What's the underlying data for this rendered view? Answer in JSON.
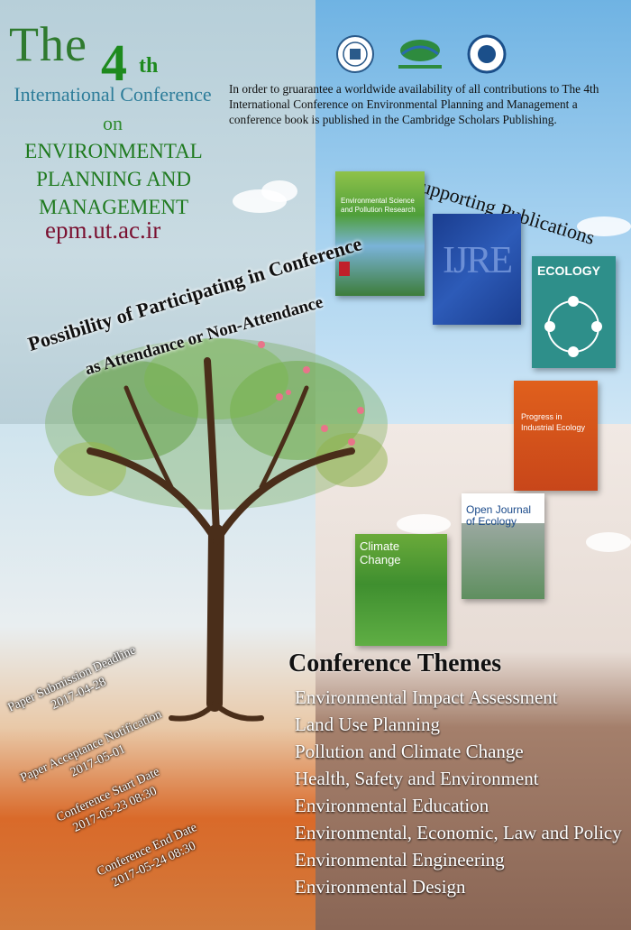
{
  "header": {
    "the": "The",
    "ordinal_num": "4",
    "ordinal_suffix": "th",
    "international_conference": "International Conference",
    "on": "on",
    "topic_lines": [
      "ENVIRONMENTAL",
      "PLANNING AND",
      "MANAGEMENT"
    ],
    "website": "epm.ut.ac.ir"
  },
  "intro_text": "In order to gruarantee a worldwide availability of all contributions to The 4th International Conference on Environmental Planning and Management a conference book is published in the Cambridge Scholars Publishing.",
  "supporting_publications_title": "Supporting Publications",
  "publications": [
    {
      "title": "Environmental Science and Pollution Research"
    },
    {
      "title": "IJRE"
    },
    {
      "title": "ECOLOGY"
    },
    {
      "title": "Progress in Industrial Ecology"
    },
    {
      "title": "Climate Change"
    },
    {
      "title": "Open Journal of Ecology"
    }
  ],
  "participation": {
    "line1": "Possibility of Participating in Conference",
    "line2": "as Attendance or Non-Attendance"
  },
  "dates": [
    {
      "label": "Paper Submission Deadline",
      "value": "2017-04-28"
    },
    {
      "label": "Paper Acceptance  Notification",
      "value": "2017-05-01"
    },
    {
      "label": "Conference Start Date",
      "value": "2017-05-23 08:30"
    },
    {
      "label": "Conference End Date",
      "value": "2017-05-24 08:30"
    }
  ],
  "themes_title": "Conference Themes",
  "themes": [
    "Environmental Impact Assessment",
    "Land Use Planning",
    "Pollution and Climate Change",
    "Health, Safety and Environment",
    "Environmental Education",
    "Environmental, Economic, Law and Policy",
    "Environmental Engineering",
    "Environmental Design"
  ],
  "colors": {
    "green_title": "#1f7a1f",
    "website": "#7a1030",
    "intl": "#2e7d9a"
  }
}
